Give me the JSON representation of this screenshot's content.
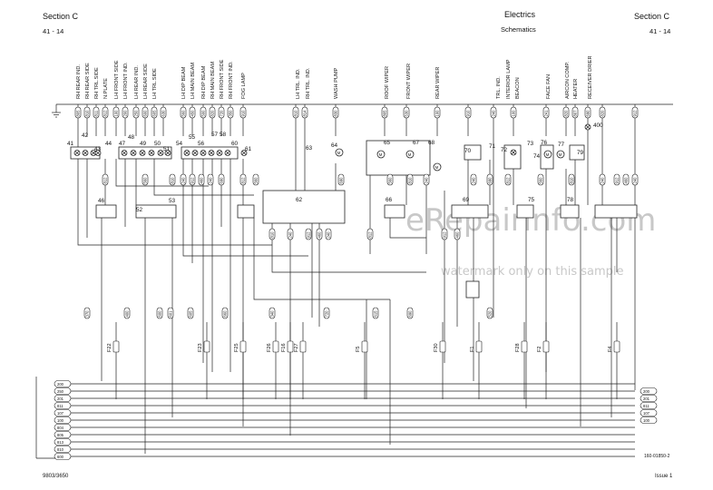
{
  "header": {
    "section_left": "Section C",
    "section_right": "Section C",
    "page_left": "41 - 14",
    "page_right": "41 - 14",
    "title": "Electrics",
    "subtitle": "Schematics"
  },
  "footer": {
    "doc_number": "9803/3650",
    "issue": "Issue 1",
    "drawing_ref": "160-01850-2"
  },
  "watermark": {
    "site": "eRepairinfo.com",
    "note": "watermark only on this sample"
  },
  "circuit_labels": [
    "RH REAR IND.",
    "RH REAR SIDE",
    "RH TRL.SIDE",
    "N.PLATE",
    "LH FRONT SIDE",
    "LH FRONT IND.",
    "LH REAR IND.",
    "LH REAR SIDE",
    "LH TRL.SIDE",
    "LH DIP BEAM",
    "LH MAIN BEAM",
    "RH DIP BEAM",
    "RH MAIN BEAM",
    "RH FRONT SIDE",
    "RH FRONT IND.",
    "FOG LAMP",
    "LH TRL. IND.",
    "RH TRL. IND.",
    "WASH PUMP",
    "ROOF WIPER",
    "FRONT WIPER",
    "REAR WIPER",
    "TRL. IND.",
    "INTERIOR LAMP",
    "BEACON",
    "FACE FAN",
    "AIRCON COMP.",
    "HEATER",
    "RECEIVER DRIER"
  ],
  "component_numbers": [
    "41",
    "42",
    "43",
    "44",
    "46",
    "47",
    "48",
    "49",
    "50",
    "51",
    "52",
    "53",
    "54",
    "55",
    "56",
    "57",
    "58",
    "60",
    "61",
    "62",
    "63",
    "64",
    "65",
    "66",
    "67",
    "68",
    "69",
    "70",
    "71",
    "72",
    "73",
    "74",
    "75",
    "76",
    "77",
    "78",
    "79",
    "400"
  ],
  "fuses": [
    "F22",
    "F23",
    "F25",
    "F26",
    "F16",
    "F27",
    "F5",
    "F30",
    "F1",
    "F28",
    "F2",
    "F4"
  ],
  "bus_left": [
    "200",
    "250",
    "201",
    "811",
    "107",
    "100",
    "804",
    "805",
    "813",
    "810",
    "600"
  ],
  "bus_right": [
    "200",
    "201",
    "811",
    "107",
    "100"
  ],
  "wire_codes": [
    "805",
    "810",
    "811",
    "812",
    "100",
    "200",
    "250",
    "600",
    "605",
    "630",
    "560",
    "450",
    "500",
    "820",
    "720",
    "350",
    "910",
    "810",
    "814",
    "830",
    "805",
    "530",
    "100",
    "910",
    "240",
    "100",
    "241",
    "820",
    "807",
    "690",
    "820",
    "912",
    "913",
    "100",
    "110",
    "830",
    "200",
    "470",
    "460",
    "460",
    "480",
    "450",
    "100",
    "103",
    "250",
    "240",
    "411",
    "410",
    "430",
    "520",
    "200",
    "111",
    "690",
    "820",
    "830",
    "110"
  ],
  "bottom_codes": [
    "370",
    "400",
    "600",
    "601",
    "605",
    "660",
    "340",
    "720",
    "615",
    "690",
    "520"
  ]
}
